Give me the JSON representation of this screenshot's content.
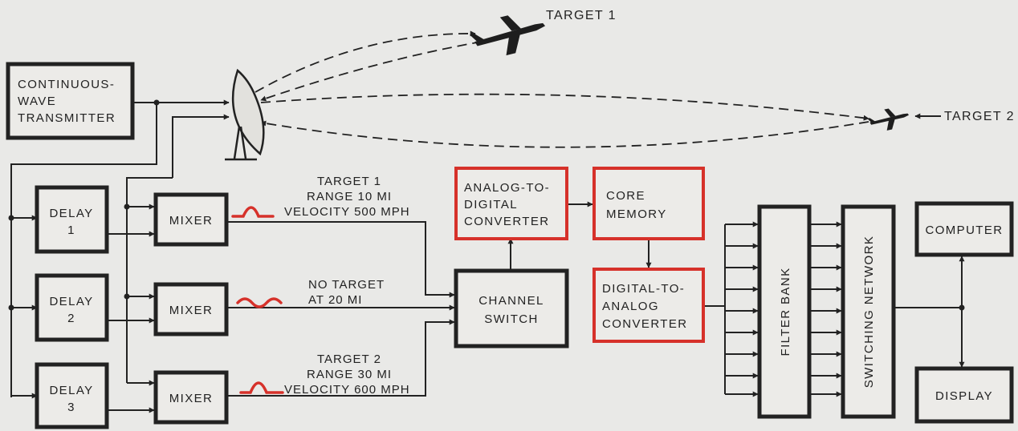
{
  "targets": {
    "target1_label": "TARGET 1",
    "target2_label": "TARGET 2"
  },
  "blocks": {
    "transmitter": [
      "CONTINUOUS-",
      "WAVE",
      "TRANSMITTER"
    ],
    "delay1": [
      "DELAY",
      "1"
    ],
    "delay2": [
      "DELAY",
      "2"
    ],
    "delay3": [
      "DELAY",
      "3"
    ],
    "mixer": "MIXER",
    "adc": [
      "ANALOG-TO-",
      "DIGITAL",
      "CONVERTER"
    ],
    "core_memory": [
      "CORE",
      "MEMORY"
    ],
    "dac": [
      "DIGITAL-TO-",
      "ANALOG",
      "CONVERTER"
    ],
    "channel_switch": [
      "CHANNEL",
      "SWITCH"
    ],
    "filter_bank": "FILTER BANK",
    "switching_network": "SWITCHING NETWORK",
    "computer": "COMPUTER",
    "display": "DISPLAY"
  },
  "annotations": {
    "mixer1": [
      "TARGET 1",
      "RANGE 10 MI",
      "VELOCITY 500 MPH"
    ],
    "mixer2": [
      "NO TARGET",
      "AT 20 MI"
    ],
    "mixer3": [
      "TARGET 2",
      "RANGE 30 MI",
      "VELOCITY 600 MPH"
    ]
  },
  "colors": {
    "highlight": "#d6312a",
    "ink": "#222222",
    "background": "#e9e9e7"
  },
  "icons": [
    "radar-dish-icon",
    "airplane-icon"
  ]
}
